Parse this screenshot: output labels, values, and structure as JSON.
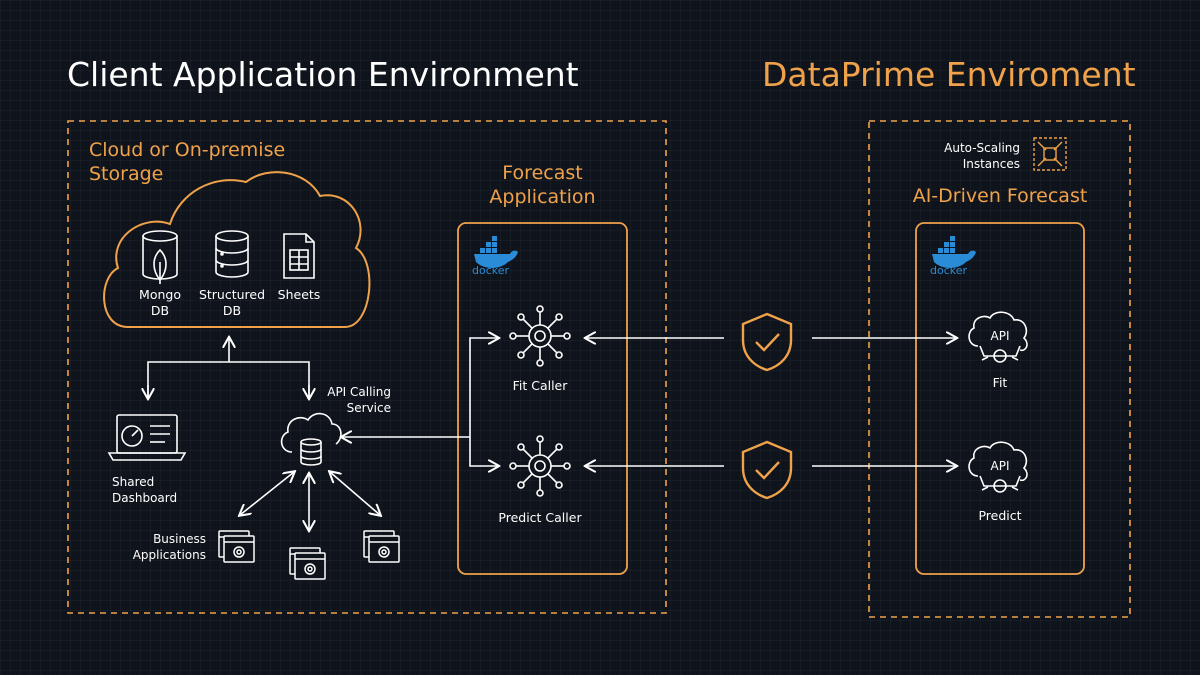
{
  "titles": {
    "client_env": "Client Application Environment",
    "dataprime_env": "DataPrime Enviroment"
  },
  "storage": {
    "heading": "Cloud or On-premise Storage",
    "items": [
      {
        "label": "Mongo DB",
        "icon": "mongodb-icon"
      },
      {
        "label": "Structured DB",
        "icon": "database-icon"
      },
      {
        "label": "Sheets",
        "icon": "spreadsheet-icon"
      }
    ]
  },
  "client": {
    "api_calling_service": "API Calling Service",
    "shared_dashboard": "Shared Dashboard",
    "business_applications": "Business Applications"
  },
  "forecast_app": {
    "heading": "Forecast Application",
    "docker_label": "docker",
    "fit_caller": "Fit Caller",
    "predict_caller": "Predict Caller"
  },
  "dataprime": {
    "auto_scaling": "Auto-Scaling Instances",
    "heading": "AI-Driven Forecast",
    "docker_label": "docker",
    "api_badge": "API",
    "fit": "Fit",
    "predict": "Predict"
  },
  "colors": {
    "background": "#0f141c",
    "accent": "#f0a24a",
    "line": "#ffffff",
    "docker_blue": "#2a8bd6"
  }
}
